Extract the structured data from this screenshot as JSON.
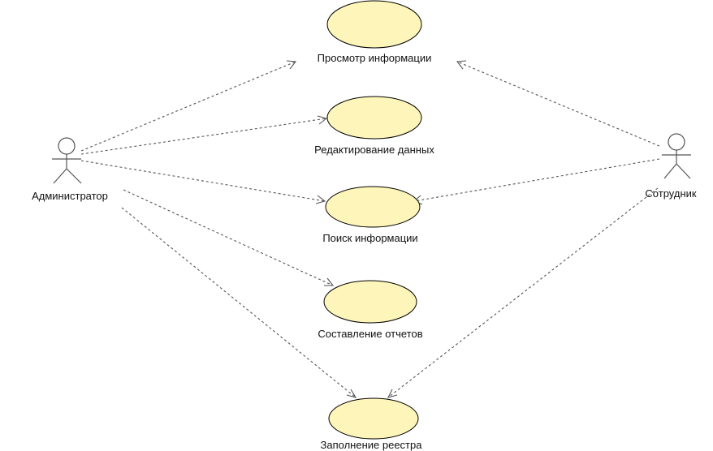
{
  "colors": {
    "usecase_fill": "#fdf5b9",
    "usecase_stroke": "#000000",
    "line": "#555555",
    "background": "#ffffff"
  },
  "actors": {
    "administrator": {
      "label": "Администратор",
      "icon": "stick-figure"
    },
    "employee": {
      "label": "Сотрудник",
      "icon": "stick-figure"
    }
  },
  "use_cases": {
    "view_info": {
      "label": "Просмотр информации"
    },
    "edit_data": {
      "label": "Редактирование данных"
    },
    "search_info": {
      "label": "Поиск информации"
    },
    "reports": {
      "label": "Составление отчетов"
    },
    "registry": {
      "label": "Заполнение реестра"
    }
  },
  "relations": [
    {
      "from": "administrator",
      "to": "view_info",
      "style": "dashed-open-arrow"
    },
    {
      "from": "administrator",
      "to": "edit_data",
      "style": "dashed-open-arrow"
    },
    {
      "from": "administrator",
      "to": "search_info",
      "style": "dashed-open-arrow"
    },
    {
      "from": "administrator",
      "to": "reports",
      "style": "dashed-open-arrow"
    },
    {
      "from": "administrator",
      "to": "registry",
      "style": "dashed-open-arrow"
    },
    {
      "from": "employee",
      "to": "view_info",
      "style": "dashed-open-arrow"
    },
    {
      "from": "employee",
      "to": "search_info",
      "style": "dashed-open-arrow"
    },
    {
      "from": "employee",
      "to": "registry",
      "style": "dashed-open-arrow"
    }
  ]
}
